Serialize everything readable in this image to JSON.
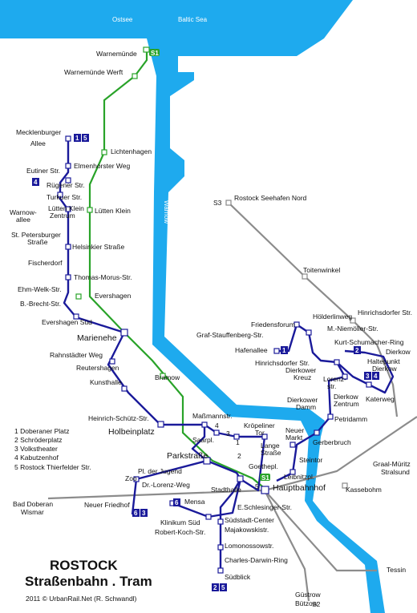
{
  "title": "ROSTOCK",
  "subtitle": "Straßenbahn . Tram",
  "credit": "2011 © UrbanRail.Net (R. Schwandl)",
  "colors": {
    "water": "#1eaaee",
    "tram": "#1a1a9a",
    "sbahn": "#29a329",
    "rail": "#8c8c8c",
    "badge": "#1a1a9a"
  },
  "water_labels": {
    "ostsee": "Ostsee",
    "baltic": "Baltic Sea",
    "warnow": "Warnow"
  },
  "sbahn_badge": "S1",
  "legend": [
    "1 Doberaner Platz",
    "2 Schröderplatz",
    "3 Volkstheater",
    "4 Kabutzenhof",
    "5 Rostock Thierfelder Str."
  ],
  "stations": {
    "warnemuende": "Warnemünde",
    "warnemuende_werft": "Warnemünde Werft",
    "lichtenhagen": "Lichtenhagen",
    "luetten_klein_s": "Lütten Klein",
    "mecklenburger_allee": "Mecklenburger Allee",
    "elmenhorster_weg": "Elmenhorster Weg",
    "eutiner_str": "Eutiner Str.",
    "ruegener_str": "Rügener Str.",
    "turkuer_str": "Turkuer Str.",
    "warnowallee": "Warnow-allee",
    "luetten_klein_zentrum": "Lütten Klein Zentrum",
    "st_petersburger": "St. Petersburger Straße",
    "helsinkier": "Helsinkier Straße",
    "fischerdorf": "Fischerdorf",
    "thomas_morus": "Thomas-Morus-Str.",
    "ehm_welk": "Ehm-Welk-Str.",
    "evershagen": "Evershagen",
    "b_brecht": "B.-Brecht-Str.",
    "evershagen_sued": "Evershagen Süd",
    "marienehe": "Marienehe",
    "rahnstaedter": "Rahnstädter Weg",
    "bramow": "Bramow",
    "reutershagen": "Reutershagen",
    "kunsthalle": "Kunsthalle",
    "heinrich_schuetz": "Heinrich-Schütz-Str.",
    "holbeinplatz": "Holbeinplatz",
    "massmannstr": "Maßmannstr.",
    "saarpl": "Saarpl.",
    "parkstrasse": "Parkstraße",
    "kroepeliner_tor": "Kröpeliner Tor",
    "neuer_markt": "Neuer Markt",
    "lange_strasse": "Lange Straße",
    "steintor": "Steintor",
    "goethepl": "Goethepl.",
    "leibnitzpl": "Leibnitzpl.",
    "stadthalle": "Stadthalle",
    "hauptbahnhof": "Hauptbahnhof",
    "gerberbruch": "Gerberbruch",
    "petridamm": "Petridamm",
    "dierkower_damm": "Dierkower Damm",
    "dierkow_zentrum": "Dierkow Zentrum",
    "lorenz_str": "Lorenz-str.",
    "katerweg": "Katerweg",
    "haltepunkt_dierkow": "Haltepunkt Dierkow",
    "kurt_schumacher": "Kurt-Schumacher-Ring",
    "dierkow": "Dierkow",
    "m_niemoeller": "M.-Niemöller-Str.",
    "hoelderlinweg": "Hölderlinweg",
    "friedensforum": "Friedensforum",
    "graf_stauffenberg": "Graf-Stauffenberg-Str.",
    "hafenallee": "Hafenallee",
    "hinrichsdorfer_str": "Hinrichsdorfer Str.",
    "dierkower_kreuz": "Dierkower Kreuz",
    "rostock_seehafen": "Rostock Seehafen Nord",
    "toitenwinkel": "Toitenwinkel",
    "hinrichsdorfer_str_s": "Hinrichsdorfer Str.",
    "graal_mueritz": "Graal-Müritz Stralsund",
    "kassebohm": "Kassebohm",
    "tessin": "Tessin",
    "guestrow": "Güstrow Bützow",
    "bad_doberan": "Bad Doberan Wismar",
    "zoo": "Zoo",
    "pl_der_jugend": "Pl. der Jugend",
    "dr_lorenz_weg": "Dr.-Lorenz-Weg",
    "neuer_friedhof": "Neuer Friedhof",
    "mensa": "Mensa",
    "klinikum_sued": "Klinikum Süd",
    "robert_koch": "Robert-Koch-Str.",
    "e_schlesinger": "E.Schlesinger-Str.",
    "suedstadt_center": "Südstadt-Center",
    "majakowski": "Majakowskistr.",
    "lomonossow": "Lomonossowstr.",
    "charles_darwin": "Charles-Darwin-Ring",
    "suedblick": "Südblick"
  },
  "line_tags": {
    "s3_top": "S3",
    "s2_bottom": "S2"
  },
  "badges": {
    "mecklenburger": [
      "1",
      "5"
    ],
    "ruegener": [
      "4"
    ],
    "hafenallee": [
      "1"
    ],
    "kurt_schumacher": [
      "2"
    ],
    "haltepunkt": [
      "3",
      "4"
    ],
    "neuer_friedhof": [
      "6",
      "3"
    ],
    "mensa": [
      "6"
    ],
    "suedblick": [
      "2",
      "5"
    ]
  },
  "junction_numbers": {
    "j4": "4",
    "j3": "3",
    "j1": "1",
    "j2": "2",
    "j5": "5"
  }
}
